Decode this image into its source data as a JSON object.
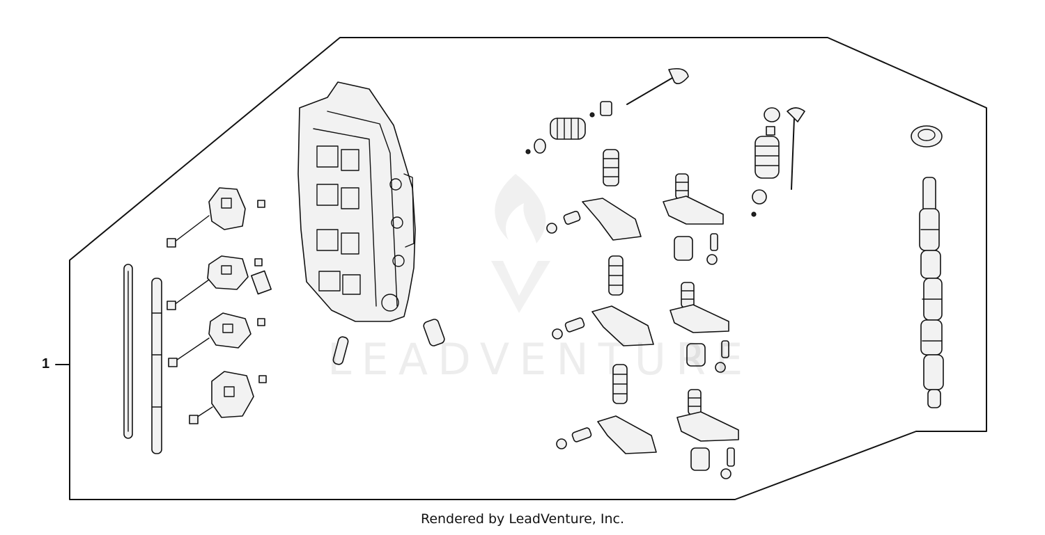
{
  "diagram": {
    "callout_label": "1",
    "watermark_text": "LEADVENTURE",
    "footer_text": "Rendered by LeadVenture, Inc."
  },
  "colors": {
    "line": "#111111",
    "part_fill": "#f2f2f2",
    "watermark": "#dcdcdc"
  }
}
